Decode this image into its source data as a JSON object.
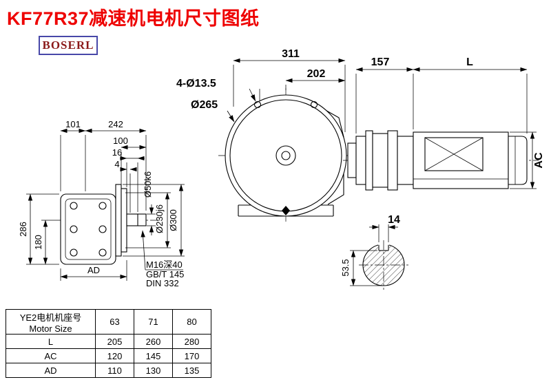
{
  "title": "KF77R37减速机电机尺寸图纸",
  "brand": "BOSERL",
  "views": {
    "front": {
      "dim_311": "311",
      "dim_202": "202",
      "dim_holes": "4-Ø13.5",
      "dim_flange": "Ø265"
    },
    "side": {
      "dim_101": "101",
      "dim_242": "242",
      "dim_100": "100",
      "dim_16": "16",
      "dim_4": "4",
      "dim_286": "286",
      "dim_180": "180",
      "dim_ad": "AD",
      "dim_shaft": "Ø50k6",
      "dim_spigot": "Ø230j6",
      "dim_300": "Ø300",
      "note_1": "M16深40",
      "note_2": "GB/T 145",
      "note_3": "DIN 332"
    },
    "motor": {
      "dim_157": "157",
      "dim_L": "L",
      "dim_AC": "AC"
    },
    "section": {
      "dim_14": "14",
      "dim_53_5": "53.5"
    }
  },
  "table": {
    "header_cn": "YE2电机机座号",
    "header_en": "Motor Size",
    "sizes": [
      "63",
      "71",
      "80"
    ],
    "rows": [
      {
        "label": "L",
        "values": [
          "205",
          "260",
          "280"
        ]
      },
      {
        "label": "AC",
        "values": [
          "120",
          "145",
          "170"
        ]
      },
      {
        "label": "AD",
        "values": [
          "110",
          "130",
          "135"
        ]
      }
    ]
  }
}
